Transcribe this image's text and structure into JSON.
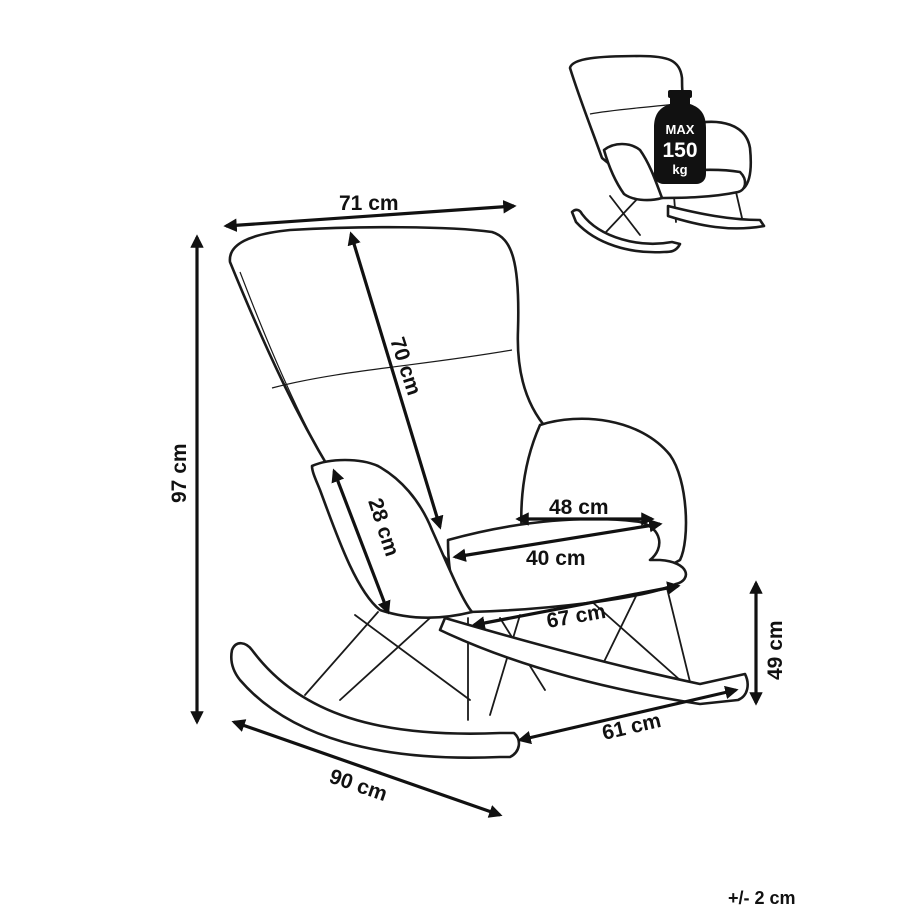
{
  "dimensions": {
    "width_top": "71 cm",
    "back_height": "70 cm",
    "total_height": "97 cm",
    "seat_depth": "48 cm",
    "seat_width": "40 cm",
    "armrest_height": "28 cm",
    "seat_height": "49 cm",
    "rocker_depth": "67 cm",
    "base_width": "61 cm",
    "total_depth": "90 cm"
  },
  "weight_badge": {
    "line1": "MAX",
    "line2": "150",
    "line3": "kg"
  },
  "tolerance": "+/- 2 cm",
  "colors": {
    "line": "#1a1a1a",
    "background": "#ffffff"
  }
}
